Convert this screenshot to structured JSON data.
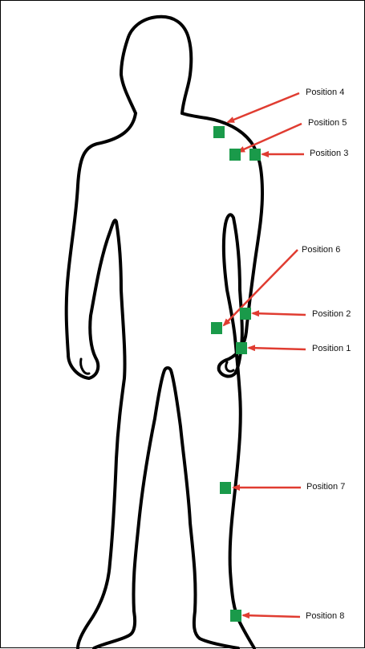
{
  "diagram": {
    "marker_color": "#1a9a4a",
    "arrow_color": "#e03c31",
    "outline_color": "#000000",
    "labels": {
      "position_1": "Position 1",
      "position_2": "Position 2",
      "position_3": "Position 3",
      "position_4": "Position 4",
      "position_5": "Position 5",
      "position_6": "Position 6",
      "position_7": "Position 7",
      "position_8": "Position 8"
    }
  }
}
